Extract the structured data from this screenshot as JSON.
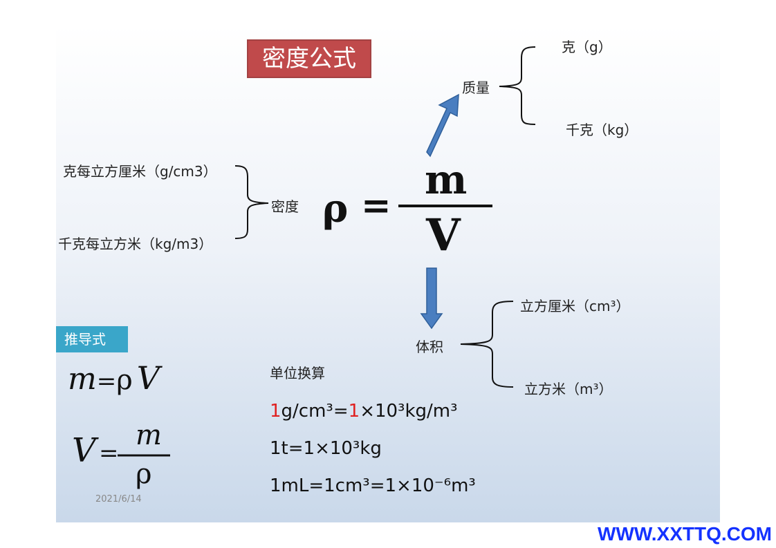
{
  "title": "密度公式",
  "main_formula": {
    "rho": "ρ",
    "equals": "=",
    "numerator": "m",
    "denominator": "V"
  },
  "mass": {
    "label": "质量",
    "units": [
      "克（g）",
      "千克（kg）"
    ]
  },
  "density": {
    "label": "密度",
    "units": [
      "克每立方厘米（g/cm3）",
      "千克每立方米（kg/m3）"
    ]
  },
  "volume": {
    "label": "体积",
    "units": [
      "立方厘米（cm³）",
      "立方米（m³）"
    ]
  },
  "derived": {
    "label": "推导式",
    "formula1": {
      "lhs": "m",
      "eq": "=",
      "rhs_rho": "ρ",
      "rhs_v": "V"
    },
    "formula2": {
      "lhs": "V",
      "eq": "=",
      "numerator": "m",
      "denominator": "ρ"
    }
  },
  "conversion": {
    "heading": "单位换算",
    "line1": {
      "a": "1",
      "b": "g/cm³=",
      "c": "1",
      "d": "×10³kg/m³"
    },
    "line2": "1t=1×10³kg",
    "line3": "1mL=1cm³=1×10⁻⁶m³"
  },
  "date": "2021/6/14",
  "watermark": "WWW.XXTTQ.COM",
  "colors": {
    "title_bg": "#c04a4b",
    "arrow": "#4a7ec0",
    "derive_bg": "#3aa6c9",
    "highlight": "#e02020",
    "watermark": "#1432ff"
  }
}
